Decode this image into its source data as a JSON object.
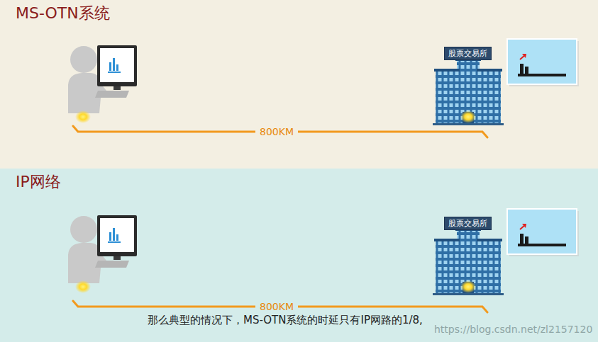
{
  "diagram": {
    "caption": "那么典型的情况下，MS-OTN系统的时延只有IP网路的1/8,",
    "nodes": [
      {
        "text": [
          "MS-OTN系统"
        ]
      },
      {
        "text": [
          "股票交易所"
        ],
        "in": 0
      },
      {
        "text": [
          "IP网络"
        ]
      },
      {
        "text": [
          "股票交易所"
        ],
        "in": 2
      }
    ],
    "labels": [
      "800KM",
      "800KM",
      "https://blog.csdn.net/zl2157120"
    ]
  }
}
